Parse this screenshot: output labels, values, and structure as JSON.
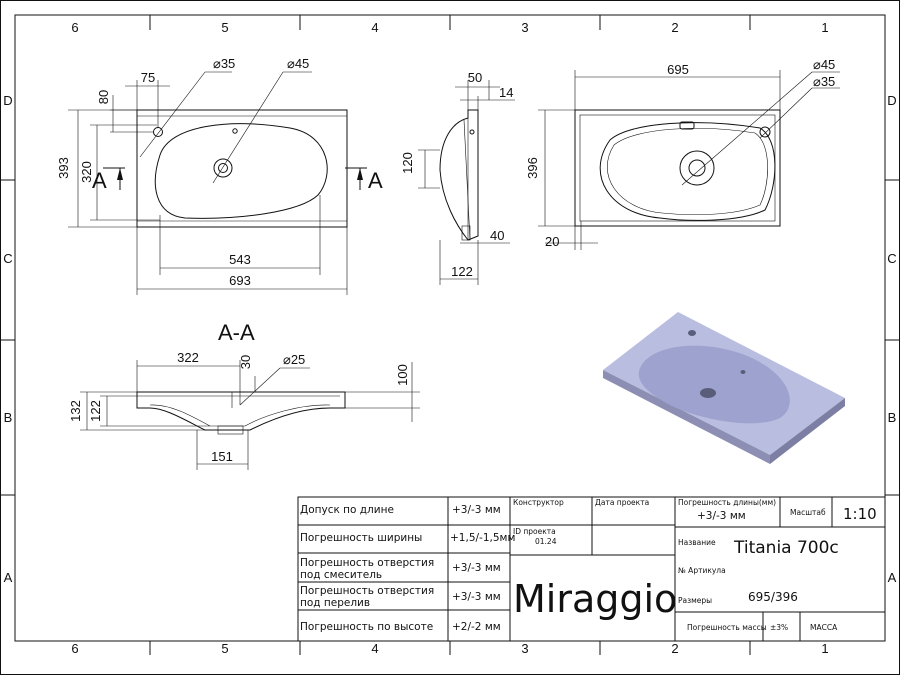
{
  "zones": {
    "top": [
      "6",
      "5",
      "4",
      "3",
      "2",
      "1"
    ],
    "bottom": [
      "6",
      "5",
      "4",
      "3",
      "2",
      "1"
    ],
    "left": [
      "D",
      "C",
      "B",
      "A"
    ],
    "right": [
      "D",
      "C",
      "B",
      "A"
    ]
  },
  "top_view": {
    "d_35": "⌀35",
    "d_45": "⌀45",
    "w_75": "75",
    "h_80": "80",
    "h_393": "393",
    "h_320": "320",
    "w_543": "543",
    "w_693": "693",
    "sec_left": "A",
    "sec_right": "A"
  },
  "side_view": {
    "w_50": "50",
    "w_14": "14",
    "h_120": "120",
    "w_40": "40",
    "w_122": "122"
  },
  "bottom_view": {
    "w_695": "695",
    "d_45": "⌀45",
    "d_35": "⌀35",
    "h_396": "396",
    "w_20": "20"
  },
  "section": {
    "title": "A-A",
    "w_322": "322",
    "h_30": "30",
    "d_25": "⌀25",
    "h_100": "100",
    "h_132": "132",
    "h_122": "122",
    "w_151": "151"
  },
  "title_block": {
    "rows": [
      {
        "label": "Допуск по длине",
        "value": "+3/-3 мм"
      },
      {
        "label": "Погрешность ширины",
        "value": "+1,5/-1,5мм"
      },
      {
        "label": "Погрешность отверстия\nпод смеситель",
        "label1": "Погрешность отверстия",
        "label2": "под смеситель",
        "value": "+3/-3 мм"
      },
      {
        "label1": "Погрешность отверстия",
        "label2": "под перелив",
        "value": "+3/-3 мм"
      },
      {
        "label": "Погрешность по высоте",
        "value": "+2/-2 мм"
      }
    ],
    "constructor": "Конструктор",
    "project_date": "Дата проекта",
    "project_id_label": "ID проекта",
    "project_id": "01.24",
    "length_tol_label": "Погрешность длины(мм)",
    "length_tol": "+3/-3 мм",
    "scale_label": "Масштаб",
    "scale": "1:10",
    "name_label": "Название",
    "name": "Titania 700c",
    "article_label": "№ Артикула",
    "sizes_label": "Размеры",
    "sizes": "695/396",
    "mass_tol_label": "Погрешность массы",
    "mass_tol": "±3%",
    "mass_label": "МАССА",
    "brand": "Miraggio"
  },
  "colors": {
    "render_top": "#b9bde0",
    "render_side": "#8c8fb3",
    "render_bowl": "#9ea2cf"
  }
}
